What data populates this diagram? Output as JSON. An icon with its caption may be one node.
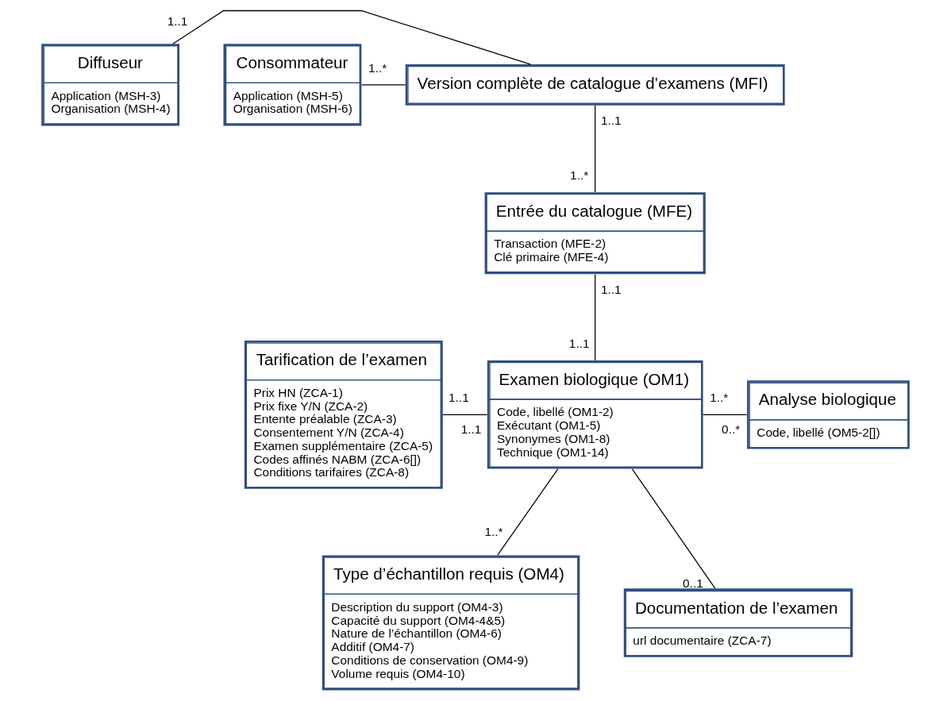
{
  "diagram": {
    "nodes": [
      {
        "text": [
          "Diffuseur",
          "Application (MSH-3)",
          "Organisation (MSH-4)"
        ]
      },
      {
        "text": [
          "Version complète de catalogue d’examens (MFI)"
        ]
      },
      {
        "text": [
          "Consommateur",
          "Application (MSH-5)",
          "Organisation (MSH-6)"
        ]
      },
      {
        "text": [
          "Entrée du catalogue (MFE)",
          "Transaction (MFE-2)",
          "Clé primaire (MFE-4)"
        ]
      },
      {
        "text": [
          "Tarification de l’examen",
          "Prix HN (ZCA-1)",
          "Prix fixe Y/N (ZCA-2)",
          "Entente préalable (ZCA-3)",
          "Consentement Y/N (ZCA-4)",
          "Examen supplémentaire (ZCA-5)",
          "Codes affinés NABM (ZCA-6[])",
          "Conditions tarifaires (ZCA-8)"
        ]
      },
      {
        "text": [
          "Examen biologique (OM1)",
          "Code, libellé (OM1-2)",
          "Exécutant (OM1-5)",
          "Synonymes (OM1-8)",
          "Technique (OM1-14)"
        ]
      },
      {
        "text": [
          "Analyse biologique",
          "Code, libellé (OM5-2[])"
        ]
      },
      {
        "text": [
          "Type d’échantillon requis (OM4)",
          "Description du support (OM4-3)",
          "Capacité du support (OM4-4&5)",
          "Nature de l’échantillon (OM4-6)",
          "Additif (OM4-7)",
          "Conditions de conservation (OM4-9)",
          "Volume requis (OM4-10)"
        ]
      },
      {
        "text": [
          "Documentation de l’examen",
          "url documentaire (ZCA-7)"
        ]
      }
    ],
    "edges": [
      {
        "from": 0,
        "to": 1,
        "arrow": "none"
      },
      {
        "from": 2,
        "to": 1,
        "arrow": "none"
      },
      {
        "from": 1,
        "to": 3,
        "arrow": "none"
      },
      {
        "from": 3,
        "to": 5,
        "arrow": "none"
      },
      {
        "from": 4,
        "to": 5,
        "arrow": "none"
      },
      {
        "from": 5,
        "to": 6,
        "arrow": "none"
      },
      {
        "from": 5,
        "to": 7,
        "arrow": "none"
      },
      {
        "from": 5,
        "to": 8,
        "arrow": "none"
      }
    ],
    "labels": [
      "1..1",
      "1..*",
      "1..1",
      "1..*",
      "1..1",
      "1..1",
      "1..1",
      "1..*",
      "1..1",
      "0..*",
      "1..*",
      "0..1"
    ]
  }
}
